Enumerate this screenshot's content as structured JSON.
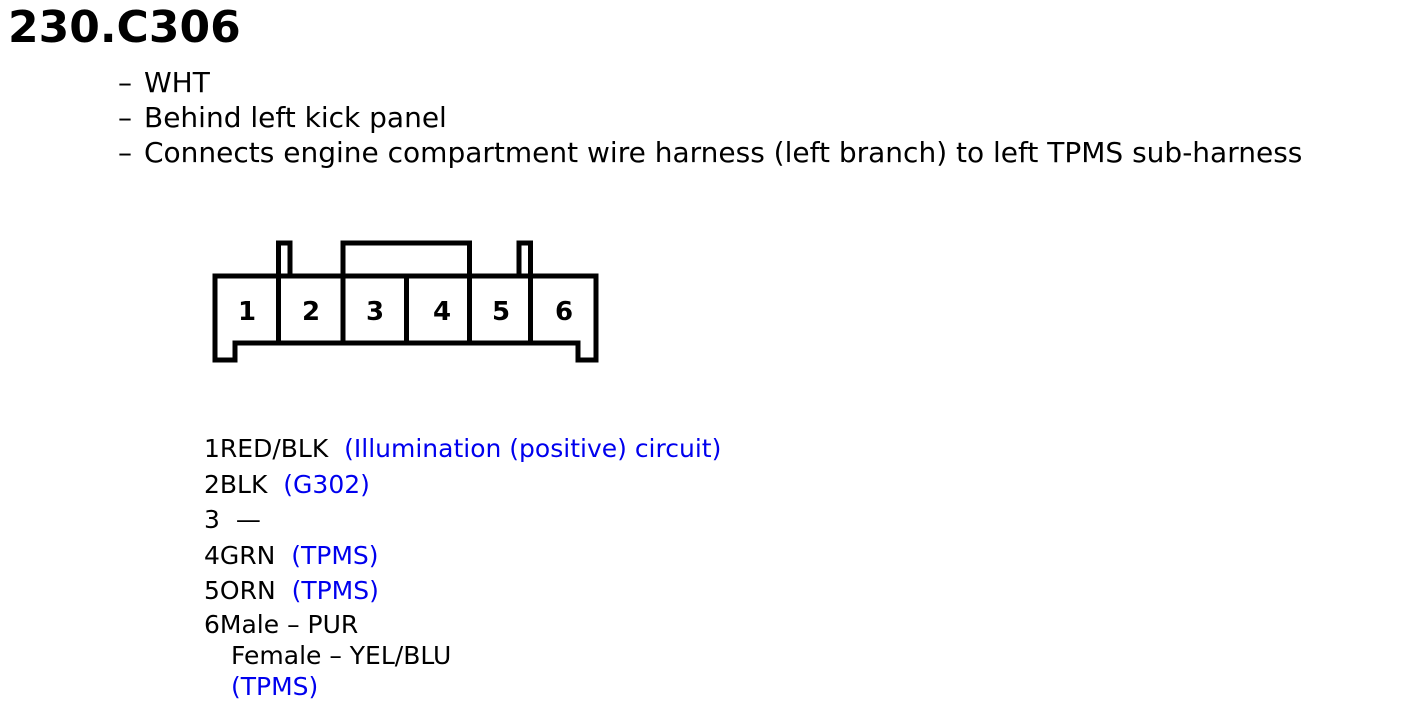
{
  "title": "230.C306",
  "details": [
    "WHT",
    "Behind left kick panel",
    "Connects engine compartment wire harness (left branch) to left TPMS sub-harness"
  ],
  "bullet_symbol": "–",
  "connector": {
    "pins": [
      "1",
      "2",
      "3",
      "4",
      "5",
      "6"
    ]
  },
  "pinout": {
    "p1": {
      "num": "1",
      "color": "RED/BLK",
      "circuit": "(Illumination (positive) circuit)"
    },
    "p2": {
      "num": "2",
      "color": "BLK",
      "circuit": "(G302)"
    },
    "p3": {
      "num": "3",
      "color": "—"
    },
    "p4": {
      "num": "4",
      "color": "GRN",
      "circuit": "(TPMS)"
    },
    "p5": {
      "num": "5",
      "color": "ORN",
      "circuit": "(TPMS)"
    },
    "p6": {
      "num": "6",
      "male": "Male – PUR",
      "female": "Female – YEL/BLU",
      "circuit": "(TPMS)"
    }
  }
}
